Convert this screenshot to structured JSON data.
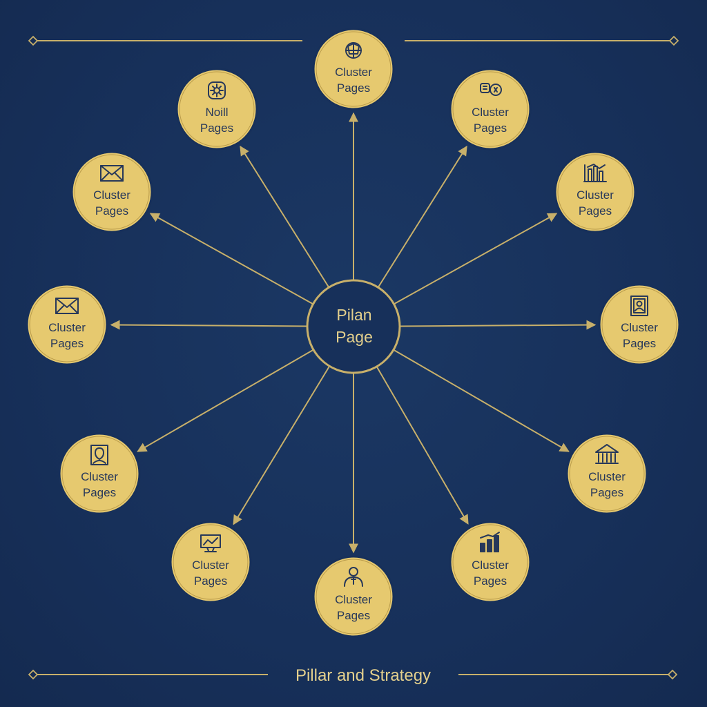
{
  "center": {
    "line1": "Pilan",
    "line2": "Page"
  },
  "footer": {
    "title": "Pillar and Strategy"
  },
  "colors": {
    "background": "#17305a",
    "gold": "#e6c96f",
    "line": "#c8b06a",
    "node_text": "#27385a",
    "center_text": "#e3cf8c"
  },
  "nodes": [
    {
      "id": "top",
      "icon": "network-globe-icon",
      "line1": "Cluster",
      "line2": "Pages"
    },
    {
      "id": "top-right",
      "icon": "chat-bubbles-icon",
      "line1": "Cluster",
      "line2": "Pages"
    },
    {
      "id": "upper-right",
      "icon": "bar-chart-icon",
      "line1": "Cluster",
      "line2": "Pages"
    },
    {
      "id": "right",
      "icon": "profile-frame-icon",
      "line1": "Cluster",
      "line2": "Pages"
    },
    {
      "id": "lower-right",
      "icon": "bank-building-icon",
      "line1": "Cluster",
      "line2": "Pages"
    },
    {
      "id": "bottom-right",
      "icon": "growth-bars-icon",
      "line1": "Cluster",
      "line2": "Pages"
    },
    {
      "id": "bottom",
      "icon": "person-badge-icon",
      "line1": "Cluster",
      "line2": "Pages"
    },
    {
      "id": "bottom-left",
      "icon": "monitor-chart-icon",
      "line1": "Cluster",
      "line2": "Pages"
    },
    {
      "id": "lower-left",
      "icon": "person-frame-icon",
      "line1": "Cluster",
      "line2": "Pages"
    },
    {
      "id": "left",
      "icon": "envelope-icon",
      "line1": "Cluster",
      "line2": "Pages"
    },
    {
      "id": "upper-left",
      "icon": "envelope-icon",
      "line1": "Cluster",
      "line2": "Pages"
    },
    {
      "id": "top-left",
      "icon": "flower-badge-icon",
      "line1": "Noill",
      "line2": "Pages"
    }
  ]
}
